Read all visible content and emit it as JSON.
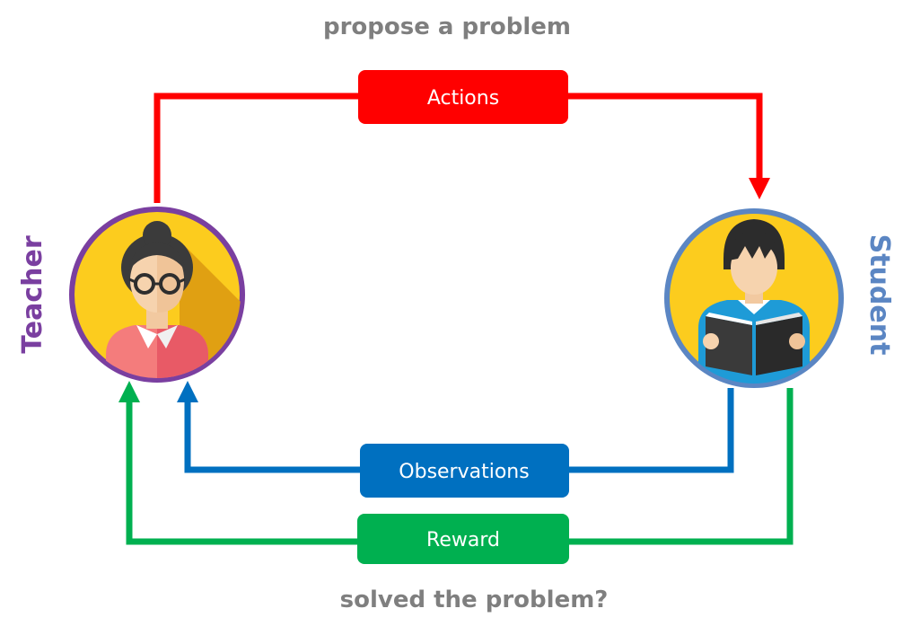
{
  "captions": {
    "top": "propose a problem",
    "bottom": "solved the problem?"
  },
  "actors": {
    "teacher": {
      "label": "Teacher",
      "color": "#7a3fa0",
      "avatar": "teacher-avatar"
    },
    "student": {
      "label": "Student",
      "color": "#5b86c3",
      "avatar": "student-avatar"
    }
  },
  "flows": {
    "actions": {
      "label": "Actions",
      "color": "#ff0000",
      "from": "Teacher",
      "to": "Student"
    },
    "observations": {
      "label": "Observations",
      "color": "#0070c0",
      "from": "Student",
      "to": "Teacher"
    },
    "reward": {
      "label": "Reward",
      "color": "#00b050",
      "from": "Student",
      "to": "Teacher"
    }
  },
  "colors": {
    "caption": "#7f7f7f",
    "avatar_background": "#fccc1e"
  }
}
